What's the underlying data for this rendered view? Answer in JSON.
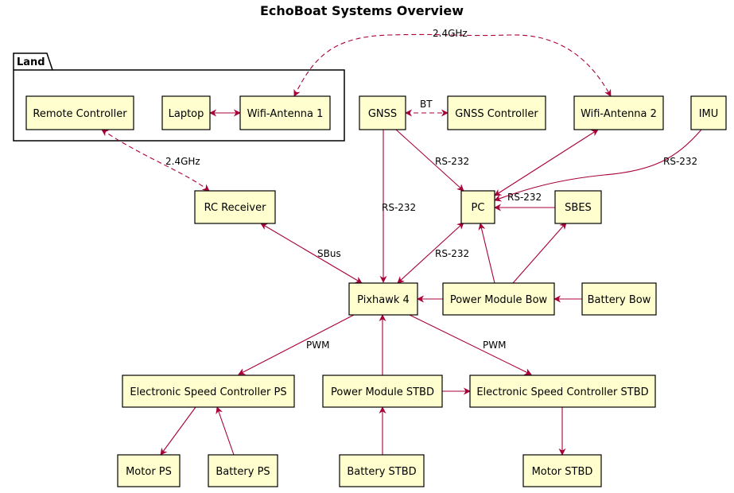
{
  "title": "EchoBoat Systems Overview",
  "colors": {
    "node_fill": "#FEFECE",
    "edge": "#A80036",
    "border": "#000000"
  },
  "package": {
    "label": "Land"
  },
  "nodes": {
    "remote_controller": "Remote Controller",
    "laptop": "Laptop",
    "wifi1": "Wifi-Antenna 1",
    "gnss": "GNSS",
    "gnss_controller": "GNSS Controller",
    "wifi2": "Wifi-Antenna 2",
    "imu": "IMU",
    "rc_receiver": "RC Receiver",
    "pc": "PC",
    "sbes": "SBES",
    "pixhawk": "Pixhawk 4",
    "pm_bow": "Power Module Bow",
    "battery_bow": "Battery Bow",
    "esc_ps": "Electronic Speed Controller PS",
    "pm_stbd": "Power Module STBD",
    "esc_stbd": "Electronic Speed Controller STBD",
    "motor_ps": "Motor PS",
    "battery_ps": "Battery PS",
    "battery_stbd": "Battery STBD",
    "motor_stbd": "Motor STBD"
  },
  "edge_labels": {
    "wifi_link": "2.4GHz",
    "gnss_bt": "BT",
    "rc_link": "2.4GHz",
    "gnss_pixhawk": "RS-232",
    "gnss_pc": "RS-232",
    "imu_pc": "RS-232",
    "sbes_pc": "RS-232",
    "pc_pixhawk": "RS-232",
    "rc_pixhawk": "SBus",
    "pixhawk_esc_ps": "PWM",
    "pixhawk_esc_stbd": "PWM"
  }
}
